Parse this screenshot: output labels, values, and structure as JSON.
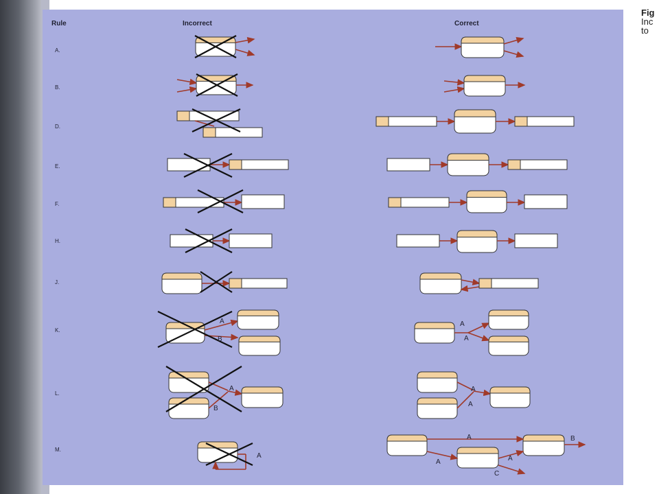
{
  "header": {
    "rule": "Rule",
    "incorrect": "Incorrect",
    "correct": "Correct"
  },
  "rules": [
    "A.",
    "B.",
    "D.",
    "E.",
    "F.",
    "H.",
    "J.",
    "K.",
    "L.",
    "M."
  ],
  "flow_labels": {
    "K_incorrect": [
      "A",
      "B"
    ],
    "K_correct": [
      "A",
      "A"
    ],
    "L_incorrect": [
      "A",
      "B"
    ],
    "L_correct": [
      "A",
      "A"
    ],
    "M_incorrect": [
      "A"
    ],
    "M_correct": [
      "A",
      "B",
      "A",
      "A",
      "C"
    ]
  },
  "caption": {
    "title": "Fig",
    "line1": "Inc",
    "line2": "to"
  },
  "colors": {
    "panel": "#a9addf",
    "box_fill": "#ffffff",
    "process_cap": "#f3d2a0",
    "store_tab": "#f3d2a0",
    "arrow": "#a03a2a",
    "cross": "#111111",
    "outline": "#333333"
  }
}
